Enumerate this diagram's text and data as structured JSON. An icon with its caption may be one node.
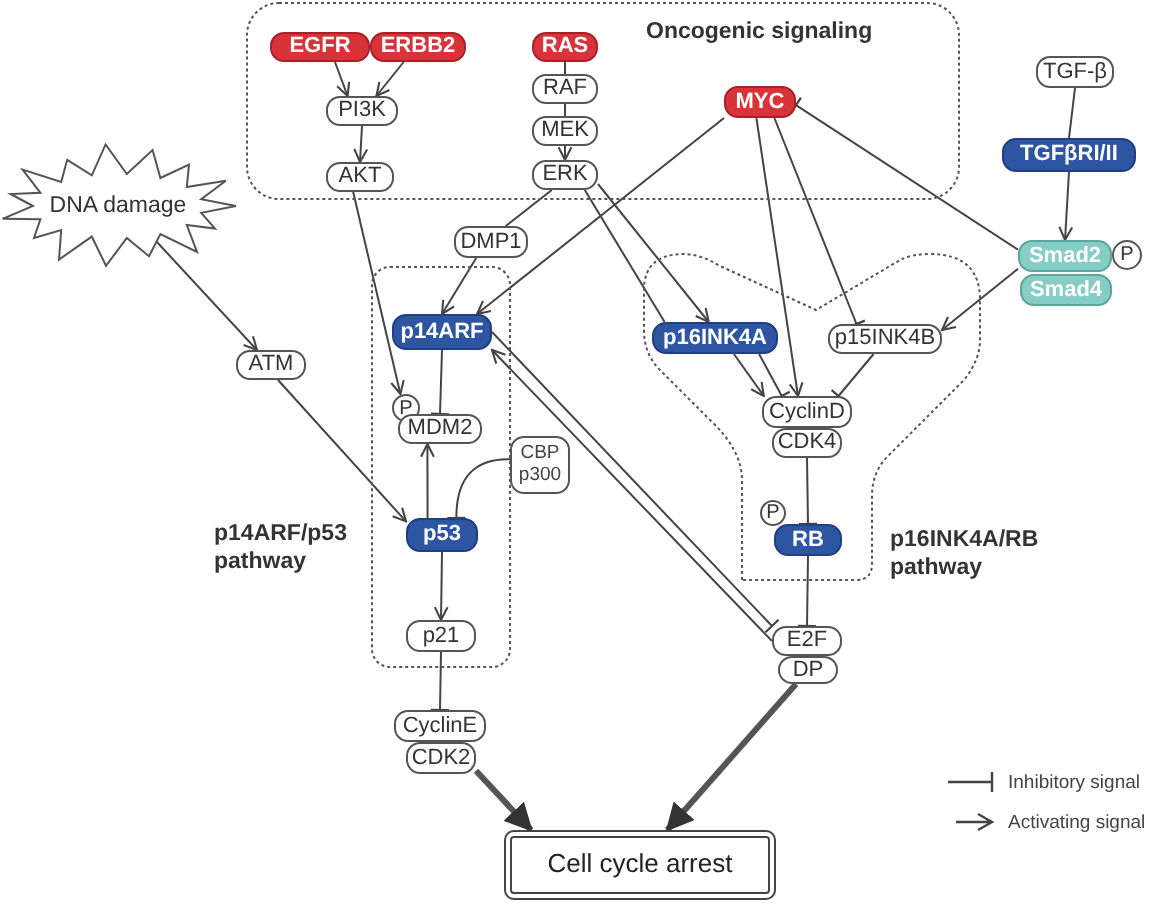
{
  "diagram": {
    "nodes": [
      {
        "text": [
          "Oncogenic signaling"
        ]
      },
      {
        "text": [
          "EGFR"
        ],
        "in": 0
      },
      {
        "text": [
          "ERBB2"
        ],
        "in": 0
      },
      {
        "text": [
          "RAS"
        ],
        "in": 0
      },
      {
        "text": [
          "RAF"
        ],
        "in": 0
      },
      {
        "text": [
          "PI3K"
        ],
        "in": 0
      },
      {
        "text": [
          "MEK"
        ],
        "in": 0
      },
      {
        "text": [
          "MYC"
        ],
        "in": 0
      },
      {
        "text": [
          "AKT"
        ],
        "in": 0
      },
      {
        "text": [
          "ERK"
        ],
        "in": 0
      },
      {
        "text": [
          "TGF-β"
        ]
      },
      {
        "text": [
          "TGFβRI/II"
        ]
      },
      {
        "text": [
          "DNA damage"
        ]
      },
      {
        "text": [
          "DMP1"
        ]
      },
      {
        "text": [
          "Smad2"
        ]
      },
      {
        "text": [
          "P"
        ]
      },
      {
        "text": [
          "Smad4"
        ]
      },
      {
        "text": [
          "p14ARF/p53 pathway"
        ]
      },
      {
        "text": [
          "p14ARF"
        ],
        "in": 17
      },
      {
        "text": [
          "p16INK4A/RB pathway"
        ]
      },
      {
        "text": [
          "p16INK4A"
        ],
        "in": 19
      },
      {
        "text": [
          "p15INK4B"
        ],
        "in": 19
      },
      {
        "text": [
          "ATM"
        ]
      },
      {
        "text": [
          "P"
        ],
        "in": 17
      },
      {
        "text": [
          "MDM2"
        ],
        "in": 17
      },
      {
        "text": [
          "CyclinD"
        ],
        "in": 19
      },
      {
        "text": [
          "CDK4"
        ],
        "in": 19
      },
      {
        "text": [
          "CBP p300"
        ]
      },
      {
        "text": [
          "P"
        ],
        "in": 19
      },
      {
        "text": [
          "p53"
        ],
        "in": 17
      },
      {
        "text": [
          "RB"
        ],
        "in": 19
      },
      {
        "text": [
          "p21"
        ],
        "in": 17
      },
      {
        "text": [
          "E2F"
        ]
      },
      {
        "text": [
          "DP"
        ]
      },
      {
        "text": [
          "CyclinE"
        ]
      },
      {
        "text": [
          "CDK2"
        ]
      },
      {
        "text": [
          "Cell cycle arrest"
        ]
      }
    ],
    "edges": [
      {
        "from": 1,
        "to": 5,
        "arrow": "to"
      },
      {
        "from": 2,
        "to": 5,
        "arrow": "to"
      },
      {
        "from": 5,
        "to": 8,
        "arrow": "to"
      },
      {
        "from": 3,
        "to": 4,
        "arrow": "none"
      },
      {
        "from": 4,
        "to": 6,
        "arrow": "none"
      },
      {
        "from": 6,
        "to": 9,
        "arrow": "to"
      },
      {
        "from": 8,
        "to": 23,
        "arrow": "to"
      },
      {
        "from": 12,
        "to": 22,
        "arrow": "to"
      },
      {
        "from": 22,
        "to": 29,
        "arrow": "to"
      },
      {
        "from": 9,
        "to": 13,
        "arrow": "none"
      },
      {
        "from": 13,
        "to": 18,
        "arrow": "to"
      },
      {
        "from": 7,
        "to": 18,
        "arrow": "to"
      },
      {
        "from": 9,
        "to": 20,
        "arrow": "to"
      },
      {
        "from": 9,
        "to": 20,
        "arrow": "none"
      },
      {
        "from": 7,
        "to": 25,
        "arrow": "to"
      },
      {
        "from": 7,
        "to": 21,
        "arrow": "other"
      },
      {
        "from": 14,
        "to": 7,
        "arrow": "other"
      },
      {
        "from": 10,
        "to": 11,
        "arrow": "none"
      },
      {
        "from": 11,
        "to": 14,
        "arrow": "to"
      },
      {
        "from": 14,
        "to": 21,
        "arrow": "to"
      },
      {
        "from": 20,
        "to": 25,
        "arrow": "to"
      },
      {
        "from": 20,
        "to": 25,
        "arrow": "other"
      },
      {
        "from": 21,
        "to": 25,
        "arrow": "other"
      },
      {
        "from": 26,
        "to": 30,
        "arrow": "other"
      },
      {
        "from": 30,
        "to": 32,
        "arrow": "other"
      },
      {
        "from": 18,
        "to": 24,
        "arrow": "other"
      },
      {
        "from": 29,
        "to": 24,
        "arrow": "to"
      },
      {
        "from": 27,
        "to": 29,
        "arrow": "other"
      },
      {
        "from": 29,
        "to": 31,
        "arrow": "to"
      },
      {
        "from": 31,
        "to": 34,
        "arrow": "other"
      },
      {
        "from": 35,
        "to": 36,
        "arrow": "to",
        "style": "thick"
      },
      {
        "from": 33,
        "to": 36,
        "arrow": "to",
        "style": "thick"
      },
      {
        "from": 32,
        "to": 18,
        "arrow": "to"
      },
      {
        "from": 18,
        "to": 32,
        "arrow": "other"
      }
    ],
    "legend": [
      {
        "text": "Inhibitory signal"
      },
      {
        "text": "Activating signal"
      }
    ]
  }
}
